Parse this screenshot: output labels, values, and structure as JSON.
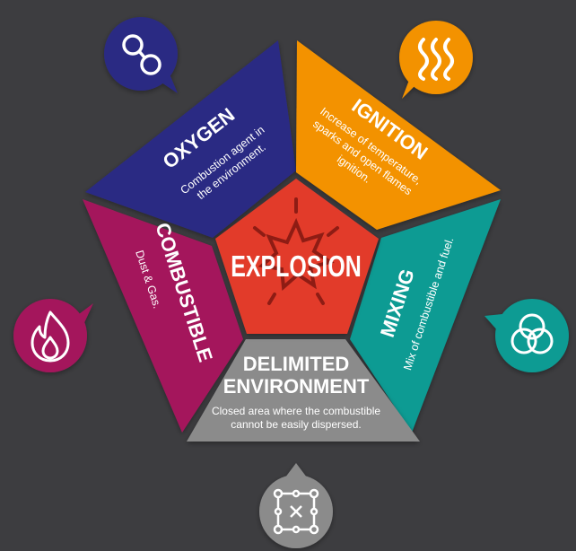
{
  "center": {
    "title": "EXPLOSION"
  },
  "segments": {
    "oxygen": {
      "title": "OXYGEN",
      "lines": [
        "Combustion agent in",
        "the environment."
      ]
    },
    "ignition": {
      "title": "IGNITION",
      "lines": [
        "Increase of temperature,",
        "sparks and open flames",
        "ignition."
      ]
    },
    "combustible": {
      "title": "COMBUSTIBLE",
      "lines": [
        "Dust & Gas."
      ]
    },
    "mixing": {
      "title": "MIXING",
      "lines": [
        "Mix of combustible and fuel."
      ]
    },
    "delimited": {
      "title_lines": [
        "DELIMITED",
        "ENVIRONMENT"
      ],
      "lines": [
        "Closed area where the combustible",
        "cannot be easily dispersed."
      ]
    }
  },
  "colors": {
    "background": "#3d3d40",
    "oxygen": "#2c2a83",
    "ignition": "#f39200",
    "combustible": "#a4195b",
    "mixing": "#0a9b93",
    "delimited": "#8b8b8b",
    "center": "#e23b2c"
  },
  "icons": {
    "oxygen": "oxygen-molecule-icon",
    "ignition": "heat-waves-icon",
    "combustible": "flame-icon",
    "mixing": "venn-circles-icon",
    "delimited": "bounded-area-icon"
  }
}
